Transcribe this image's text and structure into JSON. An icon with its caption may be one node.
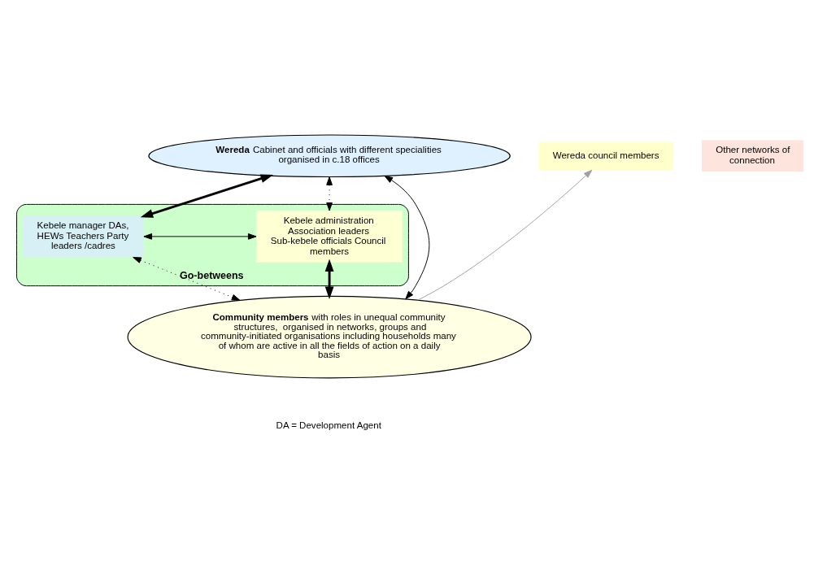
{
  "diagram": {
    "nodes": [
      {
        "text": [
          "**Wereda** Cabinet and officials with different specialities organised in c.18 offices"
        ]
      },
      {
        "text": [
          "Go-betweens"
        ]
      },
      {
        "text": [
          "Kebele manager DAs, HEWs Teachers Party leaders /cadres"
        ],
        "in": 1
      },
      {
        "text": [
          "Kebele administration Association leaders Sub-kebele officials Council members"
        ],
        "in": 1
      },
      {
        "text": [
          "Wereda council members"
        ]
      },
      {
        "text": [
          "Other networks of connection"
        ]
      },
      {
        "text": [
          "**Community members** with roles in unequal community structures,  organised in networks, groups and community-initiated organisations including households many of whom are active in all the fields of action on a daily basis"
        ]
      }
    ],
    "edges": [
      {
        "from": 0,
        "to": 2,
        "arrow": "both",
        "style": "thick"
      },
      {
        "from": 0,
        "to": 3,
        "arrow": "both",
        "style": "dashed"
      },
      {
        "from": 2,
        "to": 3,
        "arrow": "both"
      },
      {
        "from": 2,
        "to": 6,
        "arrow": "both",
        "style": "dashed"
      },
      {
        "from": 3,
        "to": 6,
        "arrow": "both",
        "style": "thick"
      },
      {
        "from": 6,
        "to": 4,
        "arrow": "to",
        "color": "#a0a0a0"
      },
      {
        "from": 0,
        "to": 6,
        "arrow": "both"
      }
    ],
    "labels": [
      "DA = Development Agent"
    ]
  }
}
